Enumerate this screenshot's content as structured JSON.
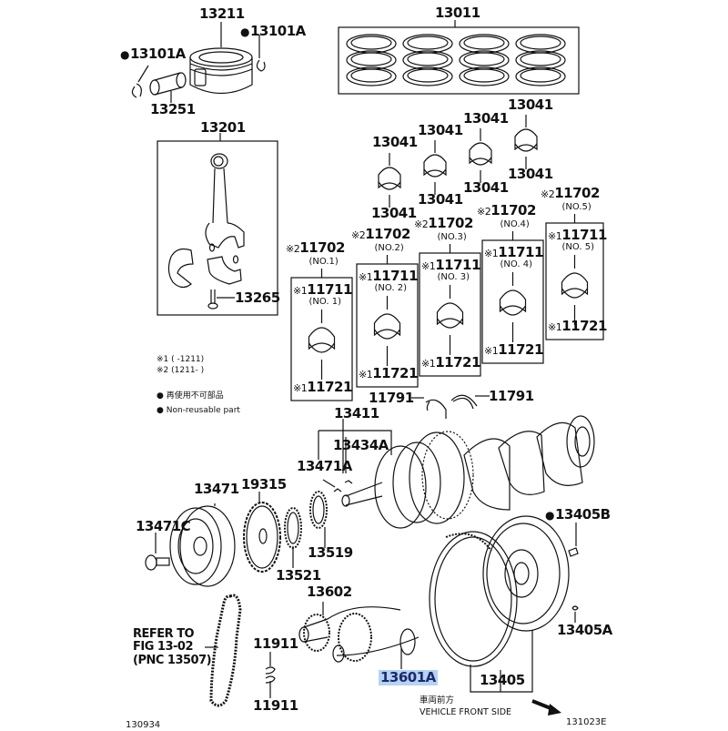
{
  "diagram": {
    "title_code": "131023E",
    "figure_ref_code": "130934",
    "highlight_color": "#b7d2f2",
    "line_color": "#111111",
    "parts": {
      "piston": "13211",
      "snap_ring_left": "13101A",
      "snap_ring_right": "13101A",
      "piston_pin": "13251",
      "piston_ring_set": "13011",
      "connecting_rod_assy": "13201",
      "rod_bolt": "13265",
      "rod_bearing": "13041",
      "crankshaft": "13411",
      "straight_pin": "13434A",
      "key": "13471A",
      "thrust_washer": "11791",
      "crank_pulley": "13471",
      "pulley_bolt": "13471C",
      "crank_sprocket": "19315",
      "timing_gear": "13521",
      "oil_pump_gear": "13519",
      "balance_shaft_gear": "13602",
      "balance_shaft": "13601A",
      "balance_bearing": "11911",
      "flywheel": "13405",
      "flywheel_bolt": "13405B",
      "flywheel_pin": "13405A"
    },
    "main_bearing_sets": [
      {
        "code": "11702",
        "no": "(NO.1)",
        "upper": "11711",
        "upper_no": "(NO. 1)",
        "lower": "11721"
      },
      {
        "code": "11702",
        "no": "(NO.2)",
        "upper": "11711",
        "upper_no": "(NO. 2)",
        "lower": "11721"
      },
      {
        "code": "11702",
        "no": "(NO.3)",
        "upper": "11711",
        "upper_no": "(NO. 3)",
        "lower": "11721"
      },
      {
        "code": "11702",
        "no": "(NO.4)",
        "upper": "11711",
        "upper_no": "(NO. 4)",
        "lower": "11721"
      },
      {
        "code": "11702",
        "no": "(NO.5)",
        "upper": "11711",
        "upper_no": "(NO. 5)",
        "lower": "11721"
      }
    ],
    "marks": {
      "mark1": "※1",
      "mark2": "※2"
    },
    "notes": {
      "note1": "※1 (      -1211)",
      "note2": "※2 (1211-       )",
      "nonreusable_jp": "再使用不可部品",
      "nonreusable_en": "Non-reusable part"
    },
    "refer": {
      "line1": "REFER TO",
      "line2": "FIG 13-02",
      "line3": "(PNC 13507)"
    },
    "direction": {
      "jp": "車両前方",
      "en": "VEHICLE FRONT SIDE"
    }
  }
}
